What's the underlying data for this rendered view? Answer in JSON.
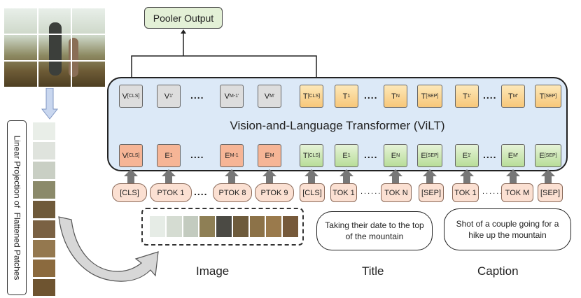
{
  "pooler_output": "Pooler Output",
  "transformer_title": "Vision-and-Language Transformer (ViLT)",
  "output_tokens": [
    {
      "base": "V",
      "sub": "[CLS]",
      "sup": ""
    },
    {
      "base": "V",
      "sub": "1",
      "sup": "'"
    },
    {
      "base": "V",
      "sub": "M-1",
      "sup": "'"
    },
    {
      "base": "V",
      "sub": "M",
      "sup": "'"
    },
    {
      "base": "T",
      "sub": "[CLS]",
      "sup": ""
    },
    {
      "base": "T",
      "sub": "1",
      "sup": ""
    },
    {
      "base": "T",
      "sub": "N",
      "sup": ""
    },
    {
      "base": "T",
      "sub": "[SEP]",
      "sup": ""
    },
    {
      "base": "T",
      "sub": "1",
      "sup": "'"
    },
    {
      "base": "T",
      "sub": "M",
      "sup": "'"
    },
    {
      "base": "T",
      "sub": "[SEP]",
      "sup": ""
    }
  ],
  "embed_tokens": [
    {
      "base": "V",
      "sub": "[CLS]",
      "sup": ""
    },
    {
      "base": "E",
      "sub": "1",
      "sup": ""
    },
    {
      "base": "E",
      "sub": "M-1",
      "sup": ""
    },
    {
      "base": "E",
      "sub": "M",
      "sup": ""
    },
    {
      "base": "T",
      "sub": "[CLS]",
      "sup": ""
    },
    {
      "base": "E",
      "sub": "1",
      "sup": ""
    },
    {
      "base": "E",
      "sub": "N",
      "sup": ""
    },
    {
      "base": "E",
      "sub": "[SEP]",
      "sup": ""
    },
    {
      "base": "E",
      "sub": "1",
      "sup": "'"
    },
    {
      "base": "E",
      "sub": "M",
      "sup": "'"
    },
    {
      "base": "E",
      "sub": "[SEP]",
      "sup": ""
    }
  ],
  "inputs": [
    "[CLS]",
    "PTOK 1",
    "PTOK 8",
    "PTOK 9",
    "[CLS]",
    "TOK 1",
    "TOK N",
    "[SEP]",
    "TOK 1",
    "TOK M",
    "[SEP]"
  ],
  "dots_bold": "....",
  "dots_small": "......",
  "side_label": "Linear Projection of  Flattened Patches",
  "title_text": "Taking their date to the top of the mountain",
  "caption_text": "Shot of a couple going for a hike up the mountain",
  "labels": {
    "image": "Image",
    "title": "Title",
    "caption": "Caption"
  }
}
